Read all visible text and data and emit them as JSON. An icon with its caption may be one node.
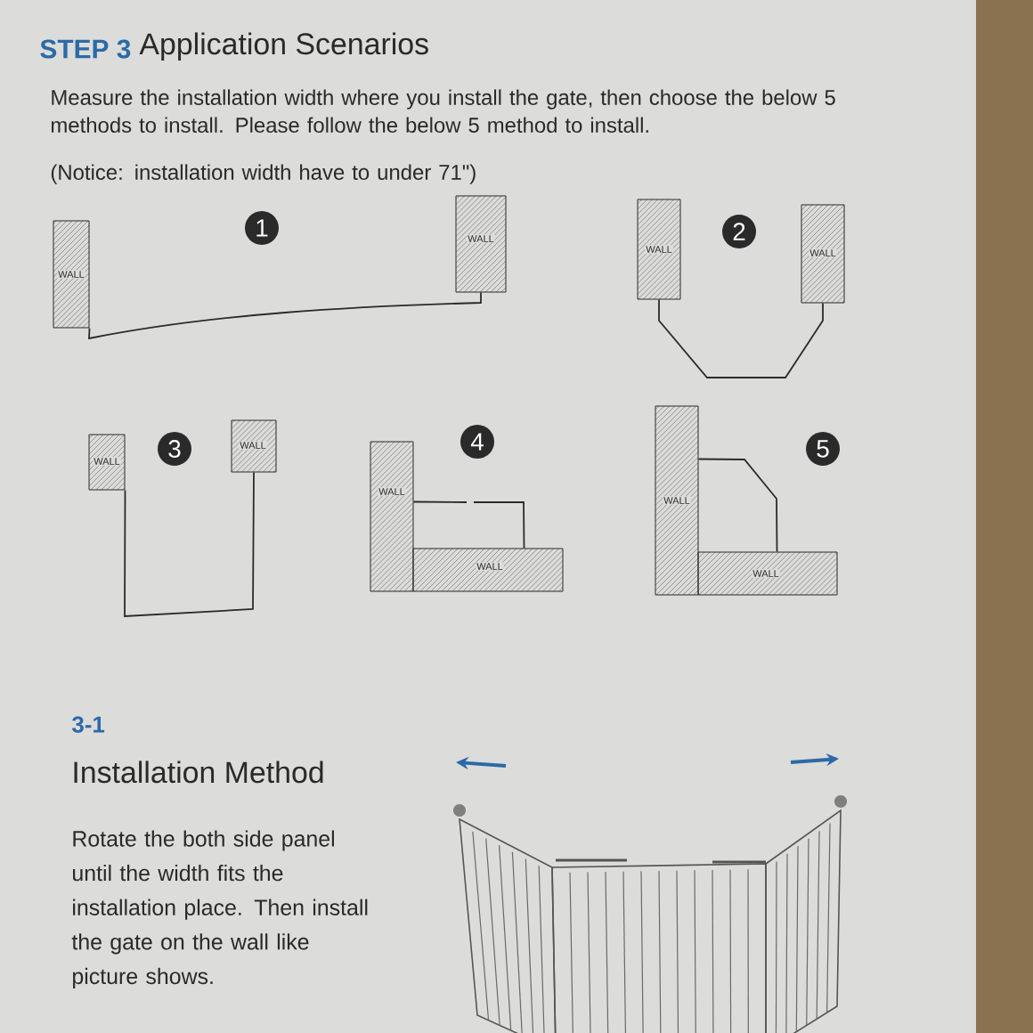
{
  "diagram": {
    "title": "Application Scenarios",
    "nodes": [
      {
        "text": [
          "1"
        ]
      },
      {
        "text": [
          "WALL"
        ]
      },
      {
        "text": [
          "WALL"
        ]
      },
      {
        "text": [
          "2"
        ]
      },
      {
        "text": [
          "WALL"
        ]
      },
      {
        "text": [
          "WALL"
        ]
      },
      {
        "text": [
          "3"
        ]
      },
      {
        "text": [
          "WALL"
        ]
      },
      {
        "text": [
          "WALL"
        ]
      },
      {
        "text": [
          "4"
        ]
      },
      {
        "text": [
          "WALL"
        ]
      },
      {
        "text": [
          "WALL"
        ]
      },
      {
        "text": [
          "5"
        ]
      },
      {
        "text": [
          "WALL"
        ]
      },
      {
        "text": [
          "WALL"
        ]
      }
    ],
    "edges": [
      {
        "from": 1,
        "to": 2,
        "arrow": "none"
      },
      {
        "from": 4,
        "to": 5,
        "arrow": "none"
      },
      {
        "from": 7,
        "to": 8,
        "arrow": "none"
      },
      {
        "from": 10,
        "to": 11,
        "arrow": "none"
      },
      {
        "from": 13,
        "to": 14,
        "arrow": "none"
      }
    ],
    "labels": [
      "STEP 3",
      "Measure the installation width where you install the gate, then choose the below 5 methods to install. Please follow the below 5 method to install.",
      "(Notice: installation width have to under 71\")",
      "3-1",
      "Installation Method",
      "Rotate the both side panel until the width fits the installation place. Then install the gate on the wall like picture shows."
    ]
  }
}
